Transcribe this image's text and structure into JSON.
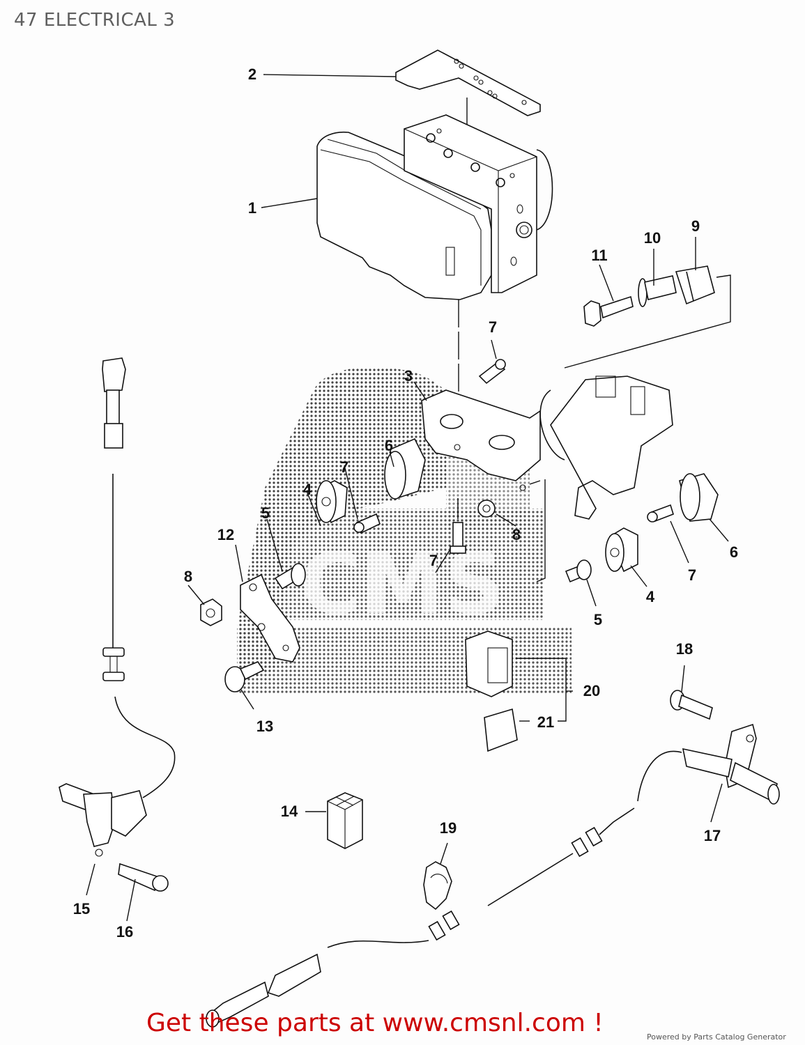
{
  "header": {
    "title": "47 ELECTRICAL 3"
  },
  "diagram": {
    "watermark": "CMS",
    "callouts": [
      {
        "id": "1",
        "label": "1"
      },
      {
        "id": "2",
        "label": "2"
      },
      {
        "id": "3",
        "label": "3"
      },
      {
        "id": "4a",
        "label": "4"
      },
      {
        "id": "4b",
        "label": "4"
      },
      {
        "id": "5a",
        "label": "5"
      },
      {
        "id": "5b",
        "label": "5"
      },
      {
        "id": "6a",
        "label": "6"
      },
      {
        "id": "6b",
        "label": "6"
      },
      {
        "id": "7a",
        "label": "7"
      },
      {
        "id": "7b",
        "label": "7"
      },
      {
        "id": "7c",
        "label": "7"
      },
      {
        "id": "7d",
        "label": "7"
      },
      {
        "id": "8a",
        "label": "8"
      },
      {
        "id": "8b",
        "label": "8"
      },
      {
        "id": "9",
        "label": "9"
      },
      {
        "id": "10",
        "label": "10"
      },
      {
        "id": "11",
        "label": "11"
      },
      {
        "id": "12",
        "label": "12"
      },
      {
        "id": "13",
        "label": "13"
      },
      {
        "id": "14",
        "label": "14"
      },
      {
        "id": "15",
        "label": "15"
      },
      {
        "id": "16",
        "label": "16"
      },
      {
        "id": "17",
        "label": "17"
      },
      {
        "id": "18",
        "label": "18"
      },
      {
        "id": "19",
        "label": "19"
      },
      {
        "id": "20",
        "label": "20"
      },
      {
        "id": "21",
        "label": "21"
      }
    ]
  },
  "footer": {
    "link_text": "Get these parts at www.cmsnl.com !",
    "powered_by": "Powered by Parts Catalog Generator",
    "link_color": "#cc0000"
  }
}
